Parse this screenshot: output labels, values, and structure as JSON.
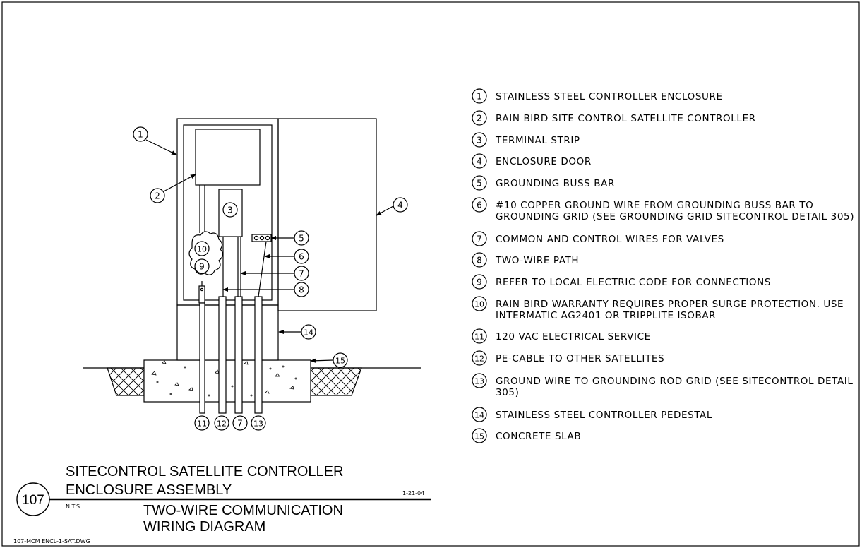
{
  "drawing": {
    "detail_number": "107",
    "title_line1": "SITECONTROL SATELLITE CONTROLLER",
    "title_line2": "ENCLOSURE ASSEMBLY",
    "scale_note": "N.T.S.",
    "date": "1-21-04",
    "subtitle_line1": "TWO-WIRE COMMUNICATION",
    "subtitle_line2": "WIRING DIAGRAM",
    "file_name": "107-MCM ENCL-1-SAT.DWG"
  },
  "legend": [
    {
      "num": "1",
      "lines": [
        "STAINLESS STEEL CONTROLLER ENCLOSURE"
      ]
    },
    {
      "num": "2",
      "lines": [
        "RAIN BIRD SITE CONTROL SATELLITE CONTROLLER"
      ]
    },
    {
      "num": "3",
      "lines": [
        "TERMINAL STRIP"
      ]
    },
    {
      "num": "4",
      "lines": [
        "ENCLOSURE DOOR"
      ]
    },
    {
      "num": "5",
      "lines": [
        "GROUNDING BUSS BAR"
      ]
    },
    {
      "num": "6",
      "lines": [
        "#10 COPPER GROUND WIRE FROM GROUNDING BUSS BAR TO",
        "GROUNDING GRID (SEE GROUNDING GRID SITECONTROL DETAIL 305)"
      ]
    },
    {
      "num": "7",
      "lines": [
        "COMMON AND CONTROL WIRES FOR VALVES"
      ]
    },
    {
      "num": "8",
      "lines": [
        "TWO-WIRE PATH"
      ]
    },
    {
      "num": "9",
      "lines": [
        "REFER TO LOCAL ELECTRIC CODE FOR CONNECTIONS"
      ]
    },
    {
      "num": "10",
      "lines": [
        "RAIN BIRD WARRANTY REQUIRES PROPER SURGE PROTECTION. USE",
        "INTERMATIC AG2401 OR TRIPPLITE ISOBAR"
      ]
    },
    {
      "num": "11",
      "lines": [
        "120 VAC ELECTRICAL SERVICE"
      ]
    },
    {
      "num": "12",
      "lines": [
        "PE-CABLE TO OTHER SATELLITES"
      ]
    },
    {
      "num": "13",
      "lines": [
        "GROUND WIRE TO GROUNDING ROD GRID (SEE SITECONTROL DETAIL",
        "305)"
      ]
    },
    {
      "num": "14",
      "lines": [
        "STAINLESS STEEL CONTROLLER PEDESTAL"
      ]
    },
    {
      "num": "15",
      "lines": [
        "CONCRETE SLAB"
      ]
    }
  ],
  "callouts": {
    "c1": "1",
    "c2": "2",
    "c3": "3",
    "c4": "4",
    "c5": "5",
    "c6": "6",
    "c7": "7",
    "c8": "8",
    "c9": "9",
    "c10": "10",
    "c14": "14",
    "c15": "15",
    "b11": "11",
    "b12": "12",
    "b7": "7",
    "b13": "13"
  }
}
